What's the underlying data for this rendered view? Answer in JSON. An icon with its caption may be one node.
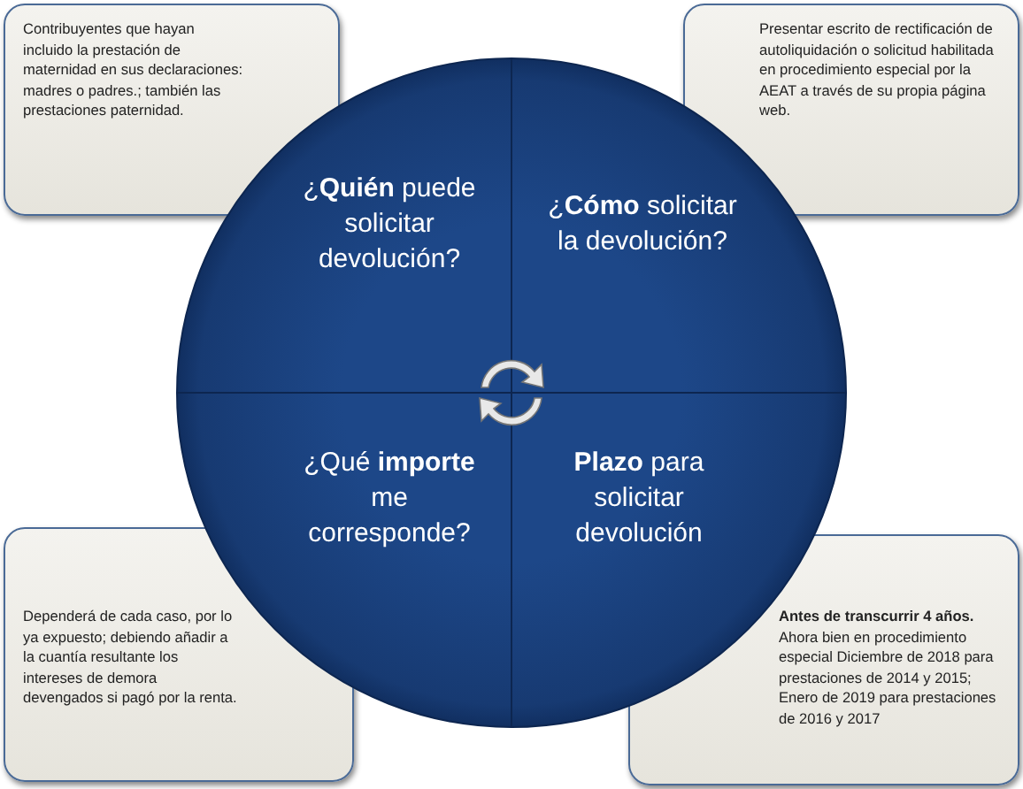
{
  "diagram": {
    "nodes": [
      {
        "text": [
          "Contribuyentes que hayan incluido la prestación de maternidad en sus declaraciones: madres o padres.; también las prestaciones paternidad."
        ]
      },
      {
        "text": [
          "Presentar escrito de rectificación de autoliquidación o solicitud habilitada en procedimiento especial por la AEAT a través de su propia página web."
        ]
      },
      {
        "text": [
          "¿**Quién** puede solicitar devolución?"
        ]
      },
      {
        "text": [
          "¿**Cómo** solicitar la devolución?"
        ]
      },
      {
        "text": [
          "¿Qué **importe** me corresponde?"
        ]
      },
      {
        "text": [
          "**Plazo** para solicitar devolución"
        ]
      },
      {
        "text": [
          "Dependerá de cada caso, por lo ya expuesto; debiendo añadir a la cuantía resultante los intereses de demora devengados si pagó por la renta."
        ]
      },
      {
        "text": [
          "**Antes de transcurrir 4 años.** Ahora bien en procedimiento especial Diciembre de 2018 para prestaciones de 2014 y 2015; Enero de 2019 para prestaciones de 2016 y 2017"
        ]
      }
    ]
  }
}
